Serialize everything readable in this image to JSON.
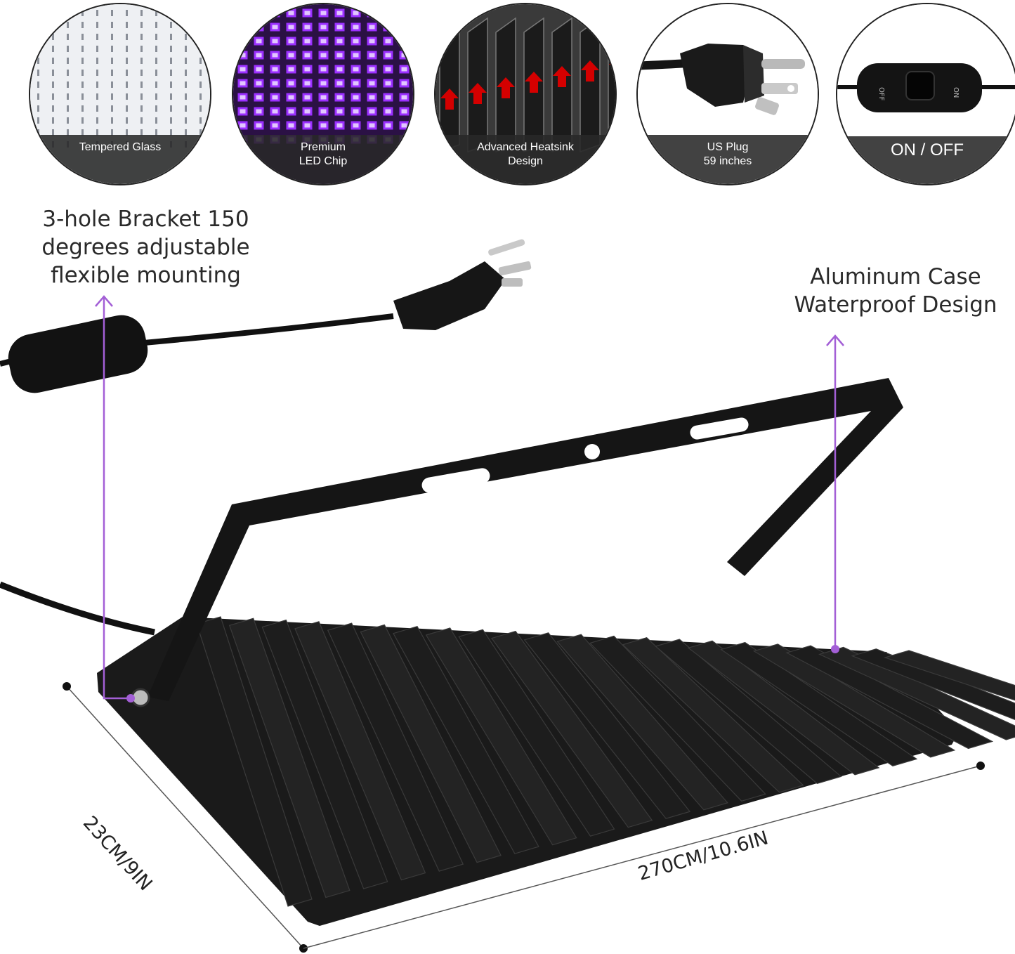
{
  "features": [
    {
      "label_lines": [
        "Tempered Glass"
      ],
      "icon": "tempered-glass-icon"
    },
    {
      "label_lines": [
        "Premium",
        "LED Chip"
      ],
      "icon": "led-chip-icon"
    },
    {
      "label_lines": [
        "Advanced Heatsink",
        "Design"
      ],
      "icon": "heatsink-icon"
    },
    {
      "label_lines": [
        "US Plug",
        "59 inches"
      ],
      "icon": "us-plug-icon"
    },
    {
      "label_lines": [
        "ON / OFF"
      ],
      "icon": "switch-icon"
    }
  ],
  "annotations": {
    "bracket": [
      "3-hole Bracket 150",
      "degrees adjustable",
      "flexible mounting"
    ],
    "case": [
      "Aluminum Case",
      "Waterproof Design"
    ]
  },
  "dimensions": {
    "depth": "23CM/9IN",
    "width": "270CM/10.6IN"
  },
  "colors": {
    "accent_purple": "#a35fd6",
    "uv_purple": "#9b30ff",
    "heatsink_black": "#1c1c1c",
    "arrow_red": "#d40000"
  }
}
